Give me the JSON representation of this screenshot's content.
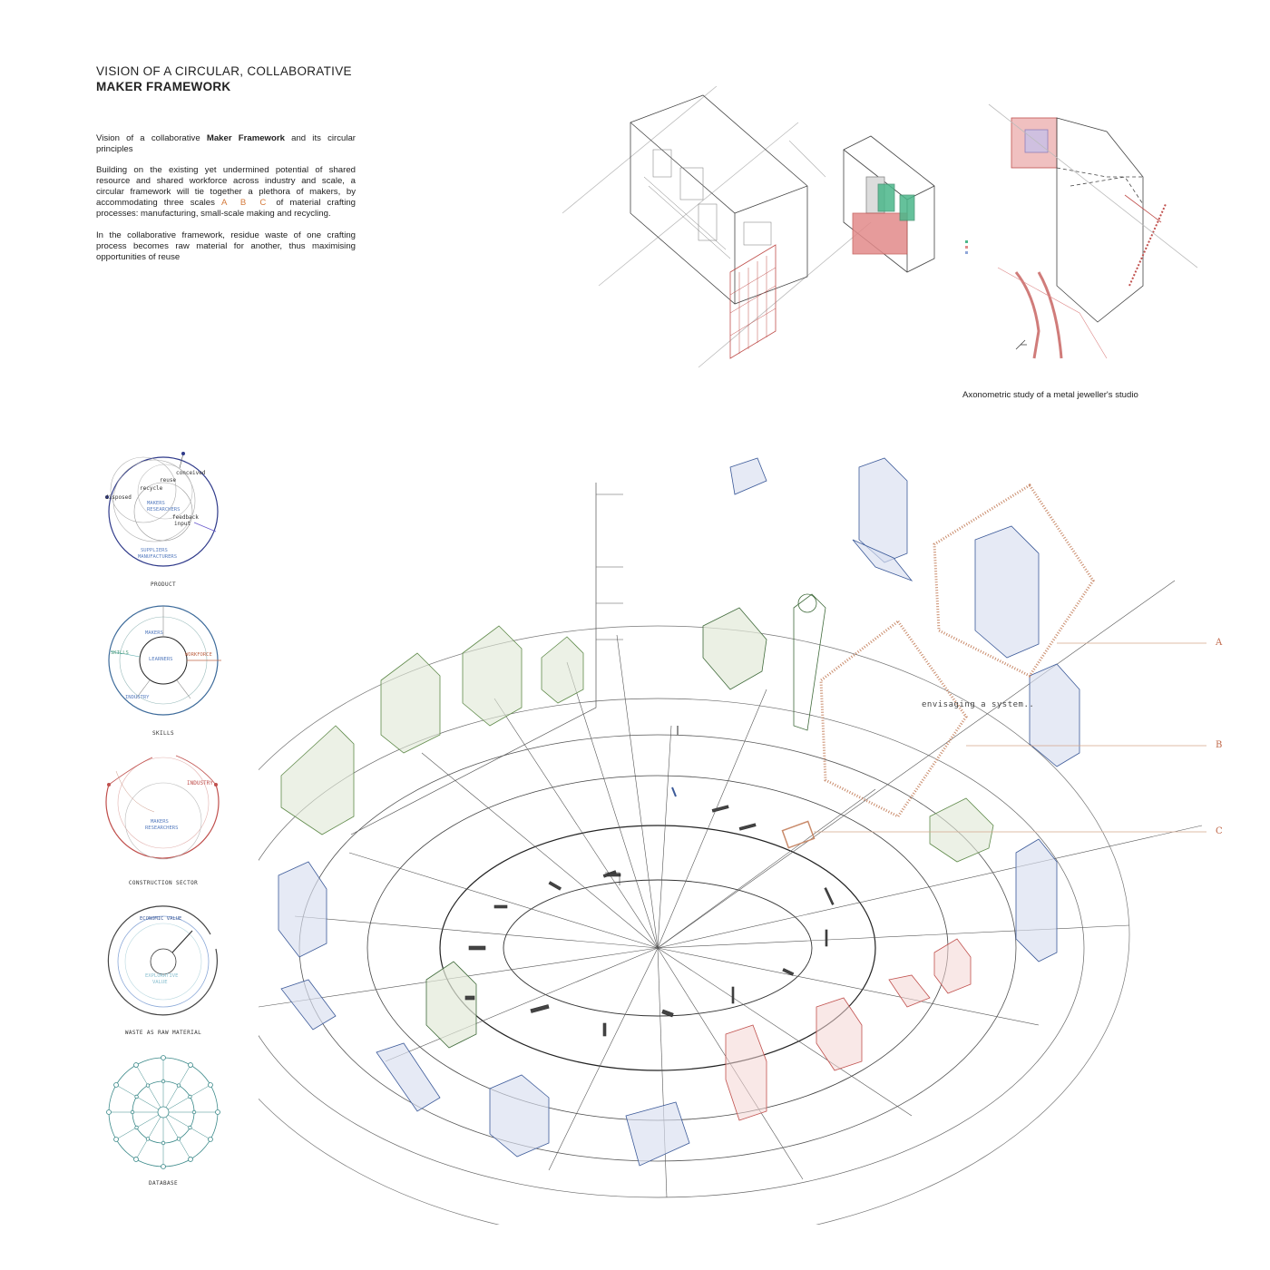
{
  "header": {
    "title_line1": "VISION OF A CIRCULAR, COLLABORATIVE",
    "title_line2": "MAKER FRAMEWORK"
  },
  "intro": {
    "p1_pre": "Vision of a collaborative ",
    "p1_bold": "Maker Framework",
    "p1_post": " and its circular principles",
    "p2_pre": "Building on the existing yet undermined potential of shared resource and shared workforce across industry and scale, a circular framework will tie together a plethora of makers, by accommodating three scales ",
    "p2_abc": "A B C",
    "p2_post": " of material crafting processes: manufacturing, small-scale making and recycling.",
    "p3": "In the collaborative framework, residue waste of one crafting process becomes raw material for another, thus maximising opportunities of reuse"
  },
  "axo_caption": "Axonometric study of a metal jeweller's  studio",
  "mini_diagrams": [
    {
      "label": "PRODUCT",
      "texts": [
        "conceived",
        "reuse",
        "recycle",
        "disposed",
        "MAKERS",
        "RESEARCHERS",
        "feedback",
        "input",
        "SUPPLIERS",
        "MANUFACTURERS"
      ]
    },
    {
      "label": "SKILLS",
      "texts": [
        "MAKERS",
        "SKILLS",
        "LEARNERS",
        "WORKFORCE",
        "INDUSTRY"
      ]
    },
    {
      "label": "CONSTRUCTION SECTOR",
      "texts": [
        "INDUSTRY",
        "MAKERS",
        "RESEARCHERS"
      ]
    },
    {
      "label": "WASTE AS RAW MATERIAL",
      "texts": [
        "ECONOMIC VALUE",
        "EXPLORATIVE",
        "VALUE"
      ]
    },
    {
      "label": "DATABASE",
      "texts": []
    }
  ],
  "framework": {
    "markers": [
      "A",
      "B",
      "C"
    ],
    "annotation": "envisaging a system..",
    "colors": {
      "green": "#5f8a4a",
      "blue": "#3c5a99",
      "red": "#c0504d",
      "orange": "#c98b6b",
      "line": "#555555"
    }
  }
}
